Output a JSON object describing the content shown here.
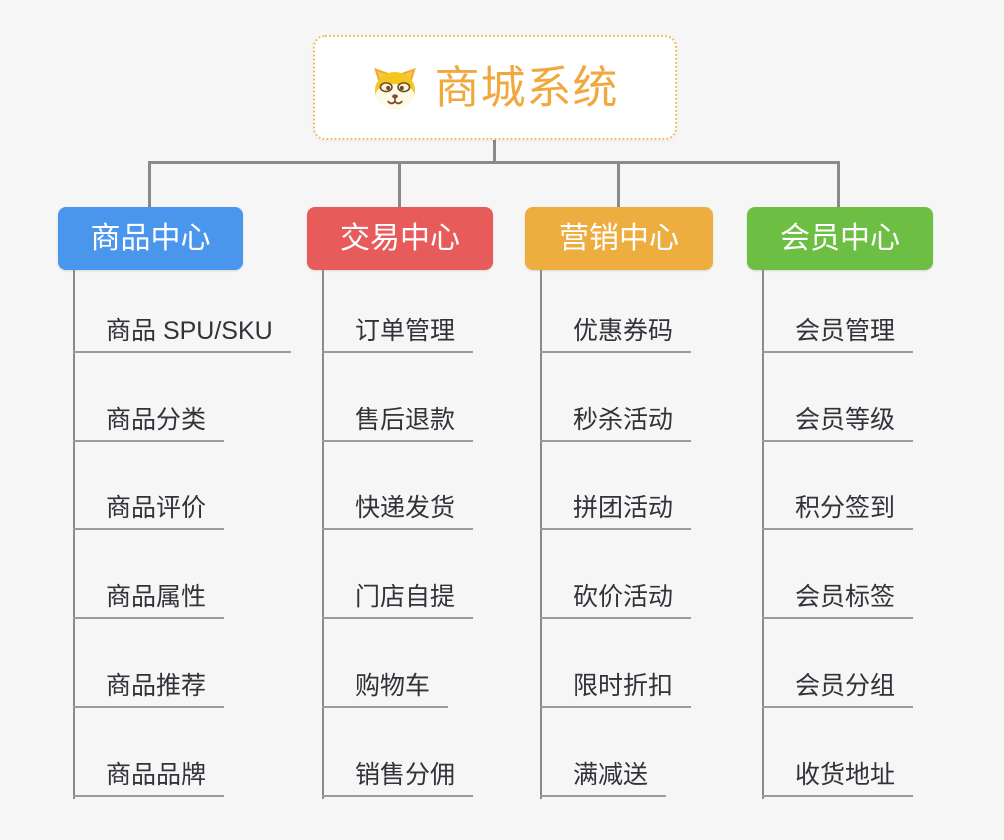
{
  "root": {
    "title": "商城系统",
    "icon": "dog-face-icon"
  },
  "branches": [
    {
      "label": "商品中心",
      "color": "#4B96ED",
      "items": [
        "商品 SPU/SKU",
        "商品分类",
        "商品评价",
        "商品属性",
        "商品推荐",
        "商品品牌"
      ]
    },
    {
      "label": "交易中心",
      "color": "#E85B5B",
      "items": [
        "订单管理",
        "售后退款",
        "快递发货",
        "门店自提",
        "购物车",
        "销售分佣"
      ]
    },
    {
      "label": "营销中心",
      "color": "#EDAD3F",
      "items": [
        "优惠券码",
        "秒杀活动",
        "拼团活动",
        "砍价活动",
        "限时折扣",
        "满减送"
      ]
    },
    {
      "label": "会员中心",
      "color": "#6DBF43",
      "items": [
        "会员管理",
        "会员等级",
        "积分签到",
        "会员标签",
        "会员分组",
        "收货地址"
      ]
    }
  ],
  "colors": {
    "background": "#F6F6F6",
    "connector": "#8A8A8A",
    "underline": "#9B9B9B",
    "item_text": "#323238",
    "node_text": "#FFFFFF",
    "root_text": "#F0A93F",
    "root_border": "#F2BD67",
    "root_bg": "#FFFFFF"
  }
}
